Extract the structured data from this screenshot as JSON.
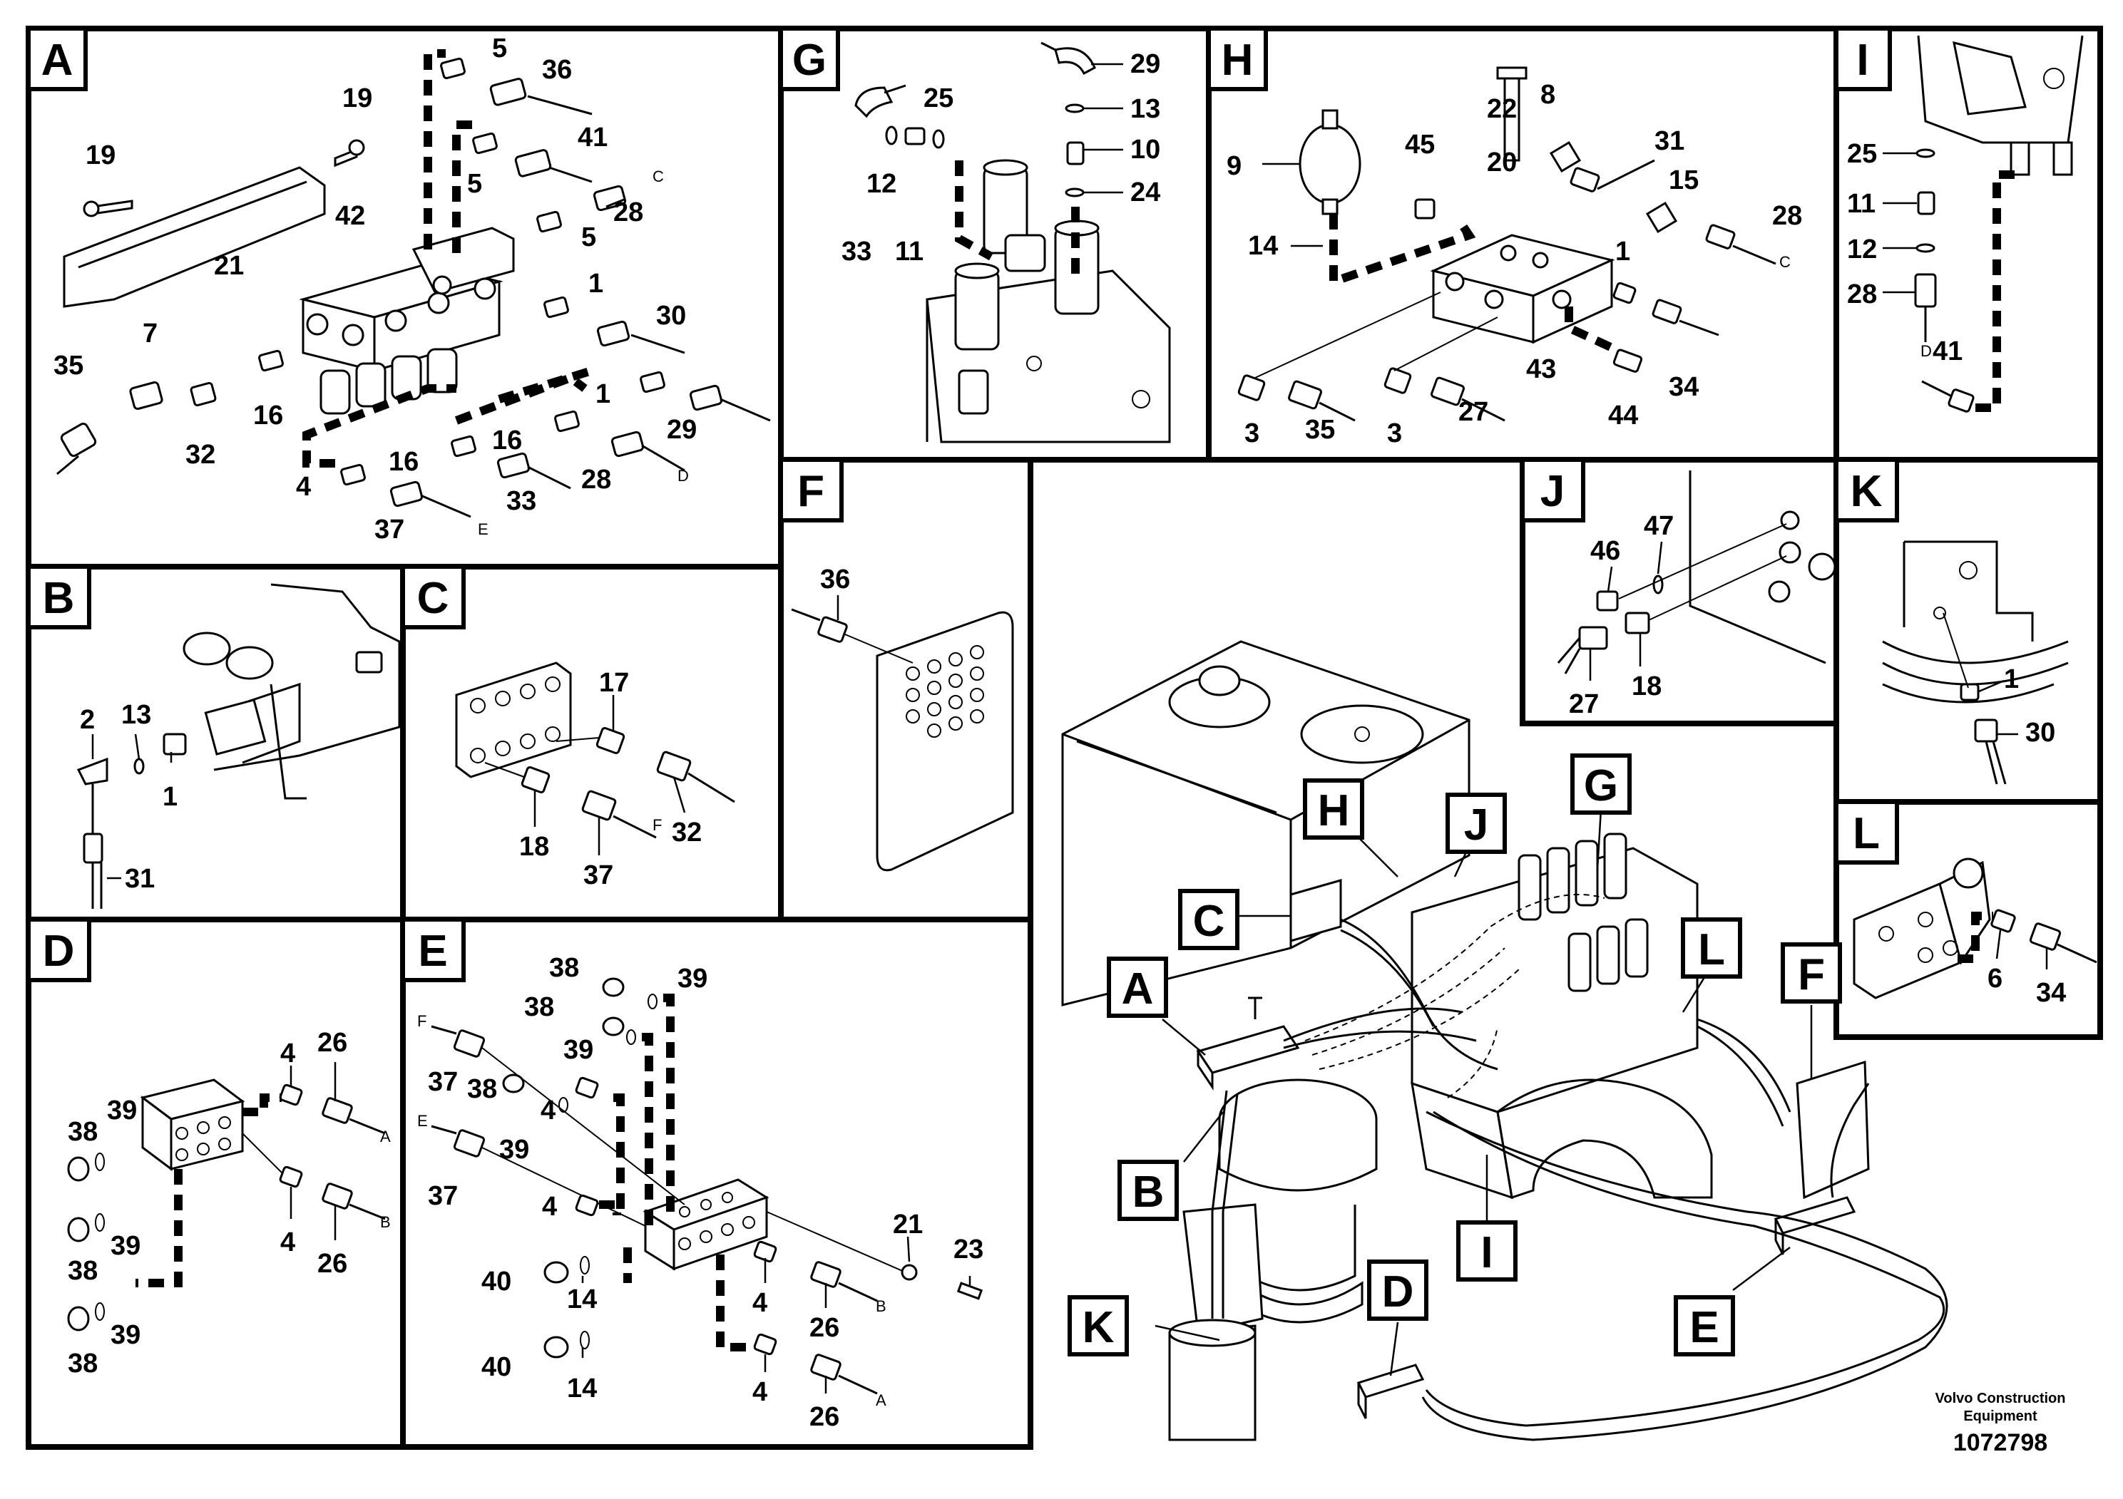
{
  "panels": {
    "A": {
      "letter": "A",
      "labels": [
        "5",
        "36",
        "41",
        "19",
        "19",
        "5",
        "28",
        "5",
        "42",
        "21",
        "1",
        "30",
        "7",
        "35",
        "32",
        "16",
        "1",
        "29",
        "16",
        "16",
        "28",
        "4",
        "33",
        "37"
      ],
      "letters": [
        "C",
        "D",
        "E"
      ]
    },
    "B": {
      "letter": "B",
      "labels": [
        "2",
        "13",
        "1",
        "31"
      ]
    },
    "C": {
      "letter": "C",
      "labels": [
        "17",
        "18",
        "37",
        "32"
      ],
      "letters": [
        "F"
      ]
    },
    "D": {
      "letter": "D",
      "labels": [
        "4",
        "26",
        "38",
        "39",
        "4",
        "26",
        "39",
        "38",
        "39",
        "38"
      ],
      "letters": [
        "A",
        "B"
      ]
    },
    "E": {
      "letter": "E",
      "labels": [
        "38",
        "39",
        "38",
        "39",
        "37",
        "38",
        "4",
        "39",
        "37",
        "4",
        "21",
        "23",
        "40",
        "14",
        "4",
        "26",
        "40",
        "14",
        "4",
        "26"
      ],
      "letters": [
        "F",
        "E",
        "B",
        "A"
      ]
    },
    "F": {
      "letter": "F",
      "labels": [
        "36"
      ]
    },
    "G": {
      "letter": "G",
      "labels": [
        "29",
        "25",
        "13",
        "10",
        "24",
        "12",
        "33",
        "11"
      ]
    },
    "H": {
      "letter": "H",
      "labels": [
        "22",
        "8",
        "9",
        "45",
        "20",
        "31",
        "15",
        "28",
        "14",
        "1",
        "3",
        "35",
        "3",
        "27",
        "43",
        "44",
        "34"
      ],
      "letters": [
        "C"
      ]
    },
    "I": {
      "letter": "I",
      "labels": [
        "25",
        "11",
        "12",
        "28",
        "41"
      ],
      "letters": [
        "D"
      ]
    },
    "J": {
      "letter": "J",
      "labels": [
        "46",
        "47",
        "27",
        "18"
      ]
    },
    "K": {
      "letter": "K",
      "labels": [
        "1",
        "30"
      ]
    },
    "L": {
      "letter": "L",
      "labels": [
        "6",
        "34"
      ]
    }
  },
  "overview": {
    "callouts": [
      "H",
      "J",
      "G",
      "C",
      "A",
      "L",
      "F",
      "B",
      "I",
      "K",
      "D",
      "E"
    ]
  },
  "footer": {
    "company": "Volvo Construction",
    "company2": "Equipment",
    "drawing_number": "1072798"
  }
}
